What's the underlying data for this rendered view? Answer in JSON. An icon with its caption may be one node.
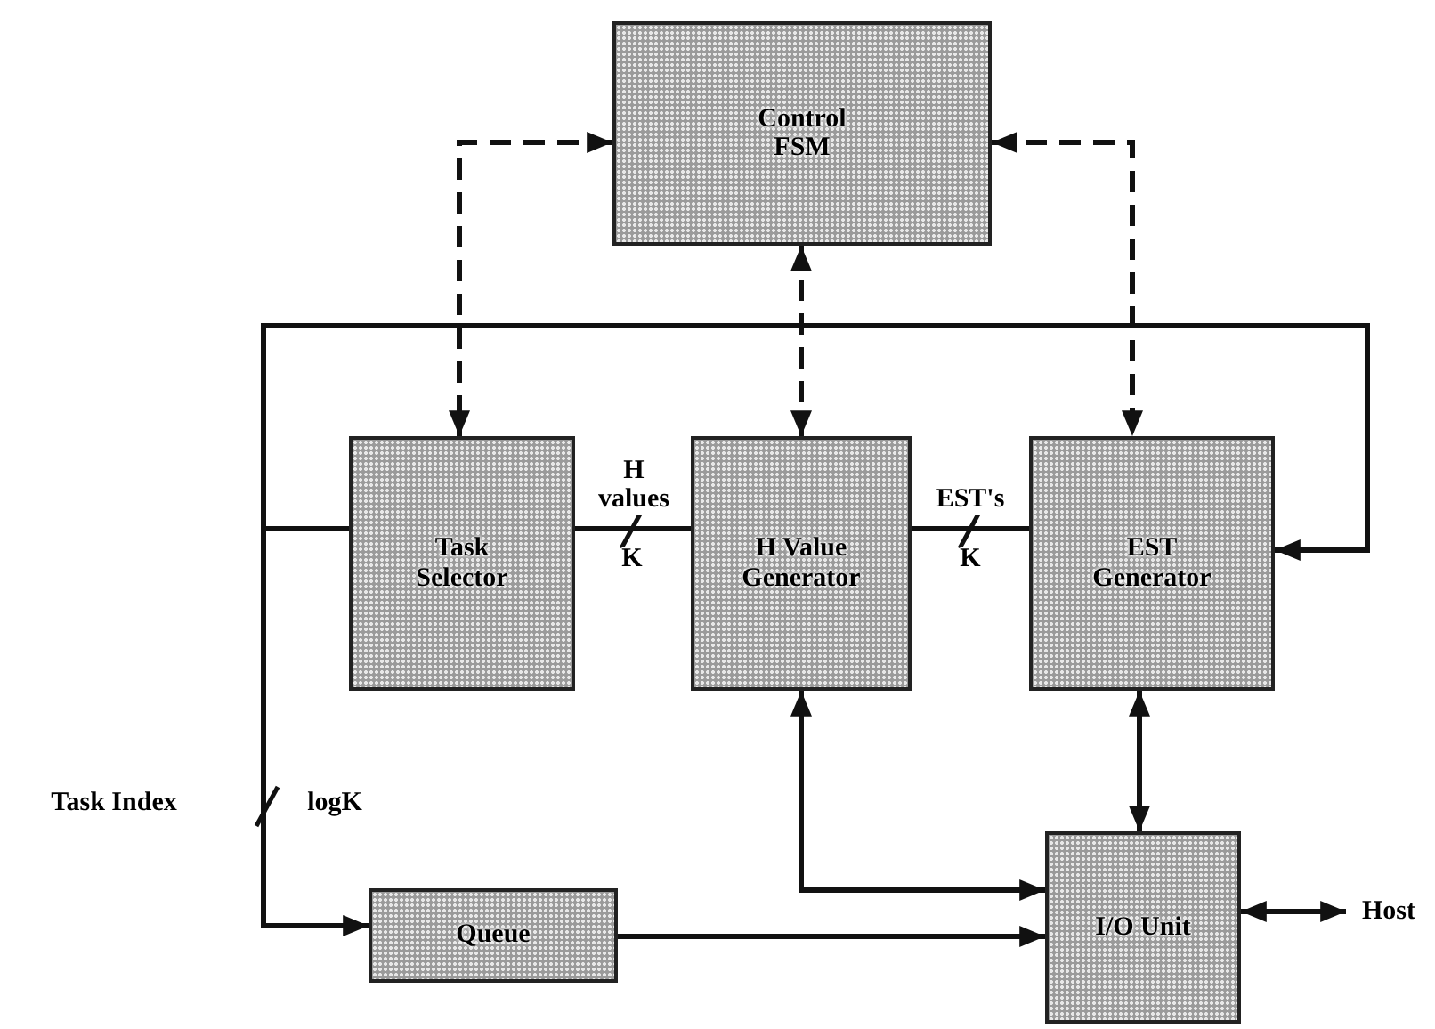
{
  "diagram": {
    "nodes": [
      {
        "text": [
          "Control FSM"
        ]
      },
      {
        "text": [
          "Task Selector"
        ]
      },
      {
        "text": [
          "H Value Generator"
        ]
      },
      {
        "text": [
          "EST Generator"
        ]
      },
      {
        "text": [
          "Queue"
        ]
      },
      {
        "text": [
          "I/O Unit"
        ]
      },
      {
        "text": [
          "Host"
        ]
      }
    ],
    "edges": [
      {
        "from": 0,
        "to": 1,
        "arrow": "both",
        "style": "dashed"
      },
      {
        "from": 0,
        "to": 2,
        "arrow": "both",
        "style": "dashed"
      },
      {
        "from": 0,
        "to": 3,
        "arrow": "both",
        "style": "dashed"
      },
      {
        "from": 1,
        "to": 2,
        "arrow": "none",
        "label": "H values"
      },
      {
        "from": 2,
        "to": 3,
        "arrow": "none",
        "label": "EST's"
      },
      {
        "from": 1,
        "to": 3,
        "arrow": "to"
      },
      {
        "from": 1,
        "to": 4,
        "arrow": "to"
      },
      {
        "from": 2,
        "to": 5,
        "arrow": "both"
      },
      {
        "from": 4,
        "to": 5,
        "arrow": "to"
      },
      {
        "from": 3,
        "to": 5,
        "arrow": "both"
      },
      {
        "from": 5,
        "to": 6,
        "arrow": "both"
      }
    ],
    "labels": [
      "K",
      "K",
      "Task Index",
      "logK"
    ]
  }
}
